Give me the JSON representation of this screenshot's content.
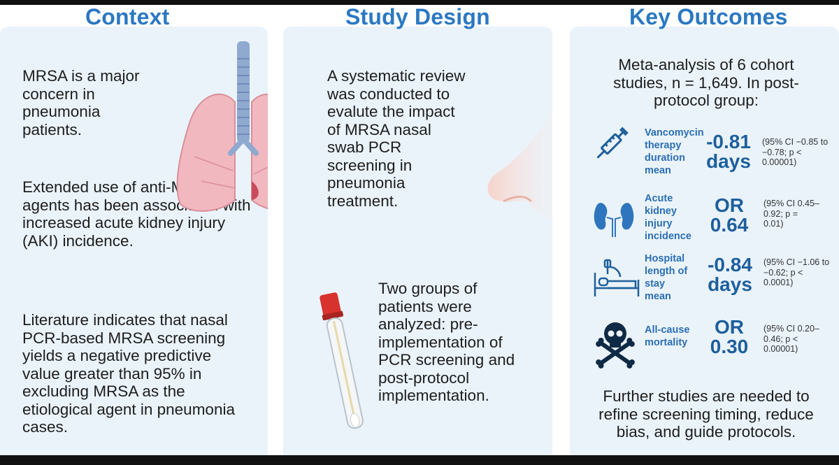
{
  "context": {
    "heading": "Context",
    "paragraphs": [
      "MRSA is a major concern in pneumonia patients.",
      "Extended use of anti-MRSA agents has been associated with increased acute kidney injury (AKI) incidence.",
      "Literature indicates that nasal PCR-based MRSA screening yields a negative predictive value greater than 95% in excluding MRSA as the etiological agent in pneumonia cases."
    ]
  },
  "study_design": {
    "heading": "Study Design",
    "paragraphs": [
      "A systematic review was conducted to evalute the impact of MRSA nasal swab PCR screening in pneumonia treatment.",
      "Two groups of patients were analyzed: pre-implementation of PCR screening and post-protocol implementation."
    ]
  },
  "key_outcomes": {
    "heading": "Key Outcomes",
    "intro": "Meta-analysis of 6 cohort studies, n = 1,649. In post-protocol group:",
    "rows": [
      {
        "label": "Vancomycin therapy duration mean",
        "value": "-0.81 days",
        "ci": "(95% CI −0.85 to −0.78; p < 0.00001)",
        "icon": "syringe-icon"
      },
      {
        "label": "Acute kidney injury incidence",
        "value": "OR 0.64",
        "ci": "(95% CI 0.45–0.92; p = 0.01)",
        "icon": "kidneys-icon"
      },
      {
        "label": "Hospital length of stay mean",
        "value": "-0.84 days",
        "ci": "(95% CI −1.06 to −0.62; p < 0.0001)",
        "icon": "hospital-bed-icon"
      },
      {
        "label": "All-cause mortality",
        "value": "OR 0.30",
        "ci": "(95% CI 0.20–0.46; p < 0.00001)",
        "icon": "skull-crossbones-icon"
      }
    ],
    "footer": "Further studies are needed to refine screening timing, reduce bias, and guide protocols."
  },
  "colors": {
    "heading": "#2b78c2",
    "panel_bg": "#eaf3fa",
    "value_text": "#1e5f9d",
    "lung": "#f2b8bf",
    "trachea": "#8fa9cf",
    "swab_cap": "#d8322e"
  },
  "icons": [
    "lungs-icon",
    "nose-icon",
    "swab-tube-icon",
    "syringe-icon",
    "kidneys-icon",
    "hospital-bed-icon",
    "skull-crossbones-icon"
  ]
}
